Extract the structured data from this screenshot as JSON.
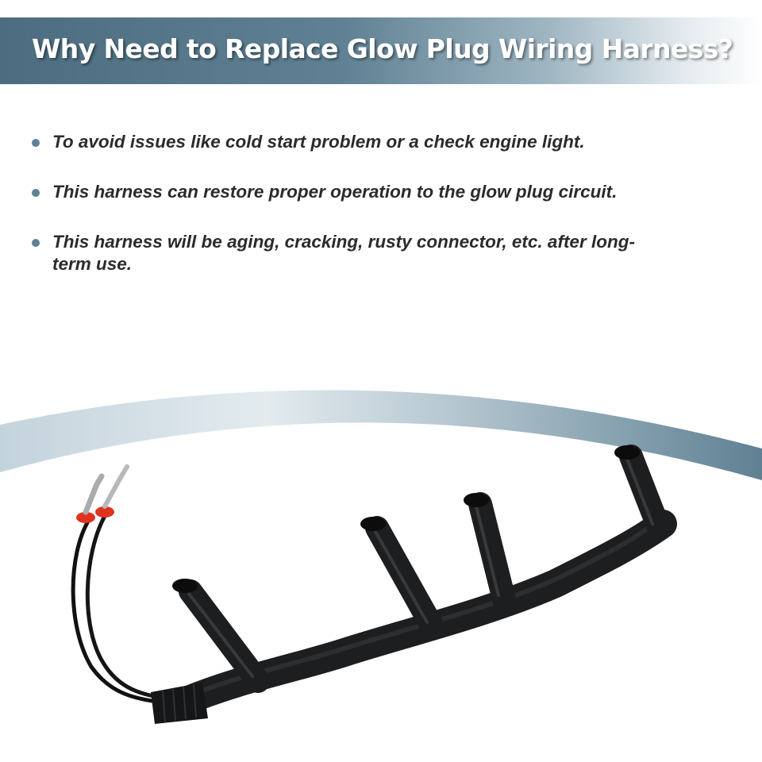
{
  "header": {
    "title": "Why Need to Replace Glow Plug Wiring Harness?"
  },
  "bullets": [
    "To avoid issues like cold start problem or a check engine light.",
    "This harness can restore proper operation to the glow plug circuit.",
    "This harness will be aging, cracking, rusty connector, etc. after long-term use."
  ],
  "colors": {
    "banner": "#4c6d80",
    "bullet_dot": "#5f8193",
    "text": "#2b2b2b",
    "harness": "#1c1e20",
    "seal": "#e0321e"
  },
  "image": {
    "subject": "glow-plug-wiring-harness"
  }
}
